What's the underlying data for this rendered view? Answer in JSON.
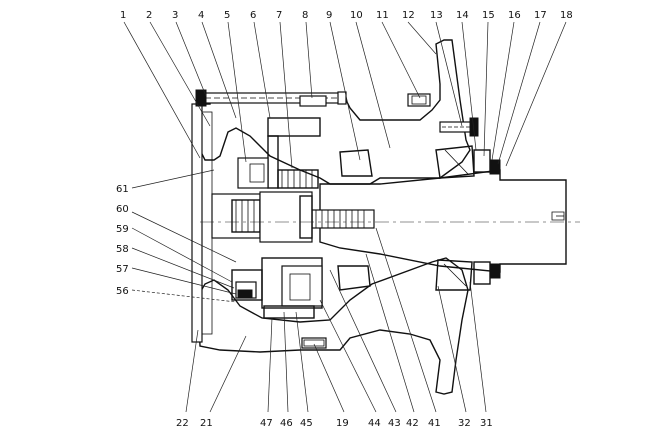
{
  "drawing": {
    "part_numbers_top": [
      "1",
      "2",
      "3",
      "4",
      "5",
      "6",
      "7",
      "8",
      "9",
      "10",
      "11",
      "12",
      "13",
      "14",
      "15",
      "16",
      "17",
      "18"
    ],
    "part_numbers_left": [
      "61",
      "60",
      "59",
      "58",
      "57",
      "56"
    ],
    "part_numbers_bottom": [
      "22",
      "21",
      "47",
      "46",
      "45",
      "19",
      "44",
      "43",
      "42",
      "41",
      "32",
      "31"
    ]
  }
}
